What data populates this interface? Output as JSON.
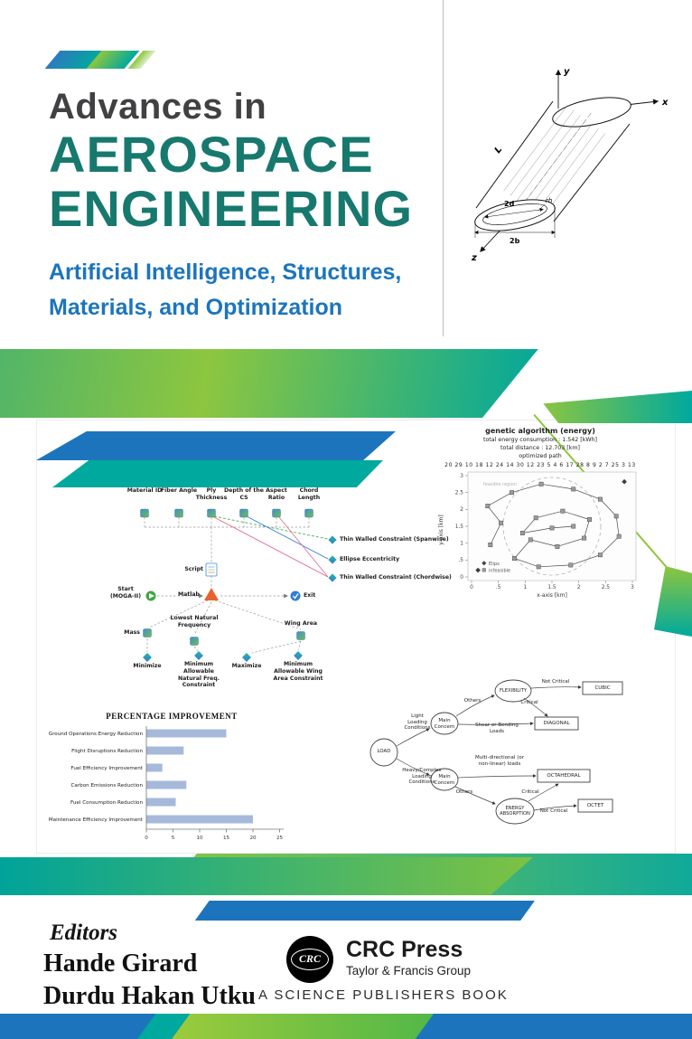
{
  "cover": {
    "kicker": "Advances in",
    "title_line1": "AEROSPACE",
    "title_line2": "ENGINEERING",
    "subtitle_line1": "Artificial Intelligence, Structures,",
    "subtitle_line2": "Materials, and Optimization"
  },
  "tube_figure": {
    "axis_x": "x",
    "axis_y": "y",
    "axis_z": "z",
    "length_label": "L",
    "inner_diameter_label": "2d",
    "wall_thickness_label": "rh",
    "outer_width_label": "2b"
  },
  "flowchart": {
    "inputs": [
      "Material ID",
      "Fiber Angle",
      "Ply Thickness",
      "Depth of the CS",
      "Aspect Ratio",
      "Chord Length"
    ],
    "constraints": [
      "Thin Walled Constraint (Spanwise)",
      "Ellipse Eccentricity",
      "Thin Walled Constraint (Chordwise)"
    ],
    "script_label": "Script",
    "matlab_label": "Matlab",
    "start_label": "Start (MOGA-II)",
    "exit_label": "Exit",
    "outputs": [
      "Mass",
      "Lowest Natural Frequency",
      "Wing Area"
    ],
    "objectives": [
      "Minimize",
      "Minimum Allowable Natural Freq. Constraint",
      "Maximize",
      "Minimum Allowable Wing Area Constraint"
    ]
  },
  "decision_tree": {
    "root": "LOAD",
    "light_branch_label": "Light Loading Conditions",
    "heavy_branch_label": "Heavy/Complex Loading Conditions",
    "main_concern_top": "Main Concern",
    "main_concern_bottom": "Main Concern",
    "others_top": "Others",
    "others_bottom": "Others",
    "flexibility": "FLEXIBILITY",
    "energy_absorption": "ENERGY ABSORPTION",
    "not_critical_top": "Not Critical",
    "critical_top": "Critical",
    "shear_label": "Shear or Bending Loads",
    "multi_label": "Multi-directional (or non-linear) loads",
    "critical_bottom": "Critical",
    "not_critical_bottom": "Not Critical",
    "cubic": "CUBIC",
    "diagonal": "DIAGONAL",
    "octahedral": "OCTAHEDRAL",
    "octet": "OCTET"
  },
  "chart_data": [
    {
      "type": "bar",
      "orientation": "horizontal",
      "title": "PERCENTAGE IMPROVEMENT",
      "categories": [
        "Ground Operations Energy Reduction",
        "Flight Disruptions Reduction",
        "Fuel Efficiency Improvement",
        "Carbon Emissions Reduction",
        "Fuel Consumption Reduction",
        "Maintenance Efficiency Improvement"
      ],
      "values": [
        15,
        7,
        3,
        7.5,
        5.5,
        20
      ],
      "xticks": [
        0,
        5,
        10,
        15,
        20,
        25
      ],
      "xlim": [
        0,
        25
      ],
      "bar_color": "#A6B9DB"
    },
    {
      "type": "scatter",
      "title": "genetic algorithm (energy)",
      "subtitle_lines": [
        "total energy consumption : 1.542 [kWh]",
        "total distance : 12.703 [km]",
        "optimized path"
      ],
      "sequence": "20 29 10 18 12 24 14 30 12 23 5 4 6 17 28 8 9 2 7 25 3 13",
      "xlabel": "x-axis [km]",
      "ylabel": "y-axis [km]",
      "xlim": [
        0,
        3
      ],
      "ylim": [
        0,
        3
      ],
      "xticks": [
        "0",
        ".5",
        "1",
        "1.5",
        "2",
        "2.5",
        "3"
      ],
      "yticks": [
        "0",
        ".5",
        "1",
        "1.5",
        "2",
        "2.5",
        "3"
      ],
      "annotations": [
        "feasible region"
      ],
      "legend": [
        "Elips",
        "infeasible"
      ],
      "path_points": [
        [
          0.35,
          0.95
        ],
        [
          0.55,
          1.6
        ],
        [
          0.3,
          2.1
        ],
        [
          0.75,
          2.5
        ],
        [
          1.3,
          2.75
        ],
        [
          1.9,
          2.6
        ],
        [
          2.4,
          2.3
        ],
        [
          2.7,
          1.8
        ],
        [
          2.75,
          1.2
        ],
        [
          2.4,
          0.65
        ],
        [
          1.85,
          0.35
        ],
        [
          1.25,
          0.3
        ],
        [
          0.8,
          0.55
        ],
        [
          1.1,
          1.1
        ],
        [
          1.6,
          0.9
        ],
        [
          2.1,
          1.15
        ],
        [
          2.2,
          1.7
        ],
        [
          1.7,
          1.95
        ],
        [
          1.2,
          1.75
        ],
        [
          0.95,
          1.3
        ],
        [
          1.5,
          1.45
        ],
        [
          1.9,
          1.5
        ]
      ],
      "infeasible_points": [
        [
          0.12,
          0.2
        ],
        [
          2.85,
          2.82
        ]
      ]
    }
  ],
  "footer": {
    "editors_label": "Editors",
    "editors": [
      "Hande Girard",
      "Durdu Hakan Utku"
    ],
    "logo_text": "CRC",
    "publisher_name": "CRC Press",
    "publisher_group": "Taylor & Francis Group",
    "imprint_line": "A SCIENCE PUBLISHERS BOOK"
  },
  "colors": {
    "title_teal": "#17796E",
    "subtitle_blue": "#1C75BC",
    "stripe_green": "#8DC63F",
    "stripe_teal": "#00A99D",
    "stripe_blue": "#1C75BC"
  }
}
